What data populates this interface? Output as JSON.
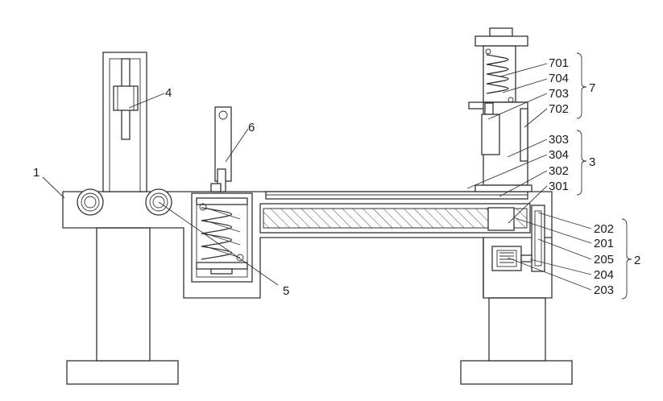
{
  "figure": {
    "labels": {
      "l1": "1",
      "l2": "2",
      "l3": "3",
      "l4": "4",
      "l5": "5",
      "l6": "6",
      "l7": "7",
      "l201": "201",
      "l202": "202",
      "l203": "203",
      "l204": "204",
      "l205": "205",
      "l301": "301",
      "l302": "302",
      "l303": "303",
      "l304": "304",
      "l701": "701",
      "l702": "702",
      "l703": "703",
      "l704": "704"
    }
  }
}
